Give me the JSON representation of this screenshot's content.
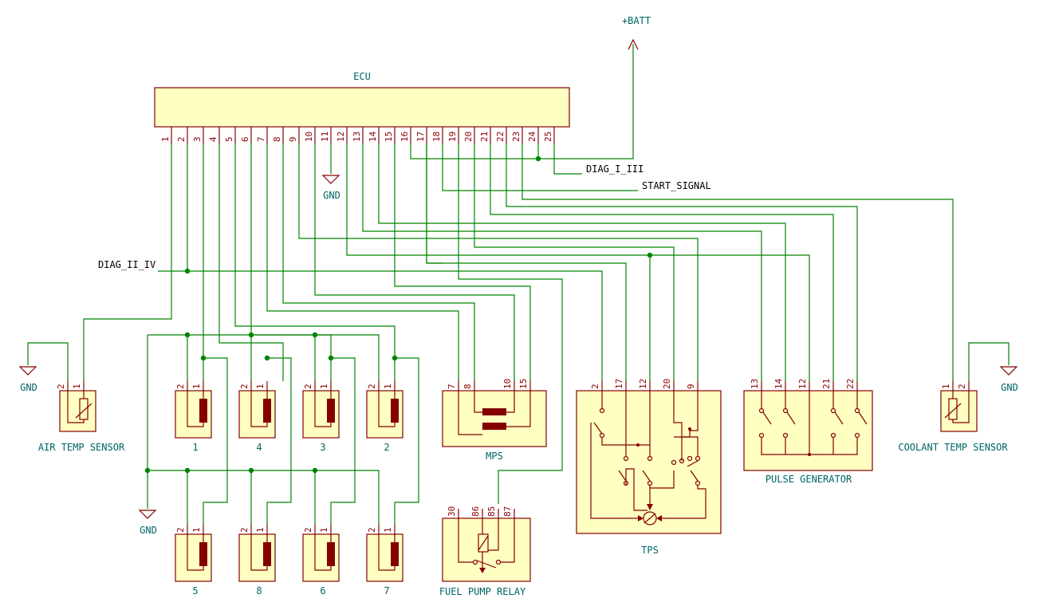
{
  "ecu": {
    "title": "ECU",
    "pins": [
      "1",
      "2",
      "3",
      "4",
      "5",
      "6",
      "7",
      "8",
      "9",
      "10",
      "11",
      "12",
      "13",
      "14",
      "15",
      "16",
      "17",
      "18",
      "19",
      "20",
      "21",
      "22",
      "23",
      "24",
      "25"
    ]
  },
  "power": {
    "batt": "+BATT",
    "gnd": "GND"
  },
  "nets": {
    "diag_i_iii": "DIAG_I_III",
    "start_signal": "START_SIGNAL",
    "diag_ii_iv": "DIAG_II_IV"
  },
  "air_temp": {
    "name": "AIR TEMP SENSOR",
    "pins": [
      "2",
      "1"
    ]
  },
  "coolant_temp": {
    "name": "COOLANT TEMP SENSOR",
    "pins": [
      "1",
      "2"
    ]
  },
  "injectors_top": [
    {
      "label": "1",
      "pins": [
        "2",
        "1"
      ]
    },
    {
      "label": "4",
      "pins": [
        "2",
        "1"
      ]
    },
    {
      "label": "3",
      "pins": [
        "2",
        "1"
      ]
    },
    {
      "label": "2",
      "pins": [
        "2",
        "1"
      ]
    }
  ],
  "injectors_bottom": [
    {
      "label": "5",
      "pins": [
        "2",
        "1"
      ]
    },
    {
      "label": "8",
      "pins": [
        "2",
        "1"
      ]
    },
    {
      "label": "6",
      "pins": [
        "2",
        "1"
      ]
    },
    {
      "label": "7",
      "pins": [
        "2",
        "1"
      ]
    }
  ],
  "mps": {
    "name": "MPS",
    "pins": [
      "7",
      "8",
      "10",
      "15"
    ]
  },
  "relay": {
    "name": "FUEL PUMP RELAY",
    "pins": [
      "30",
      "86",
      "85",
      "87"
    ]
  },
  "tps": {
    "name": "TPS",
    "pins": [
      "2",
      "17",
      "12",
      "20",
      "9"
    ]
  },
  "pulse": {
    "name": "PULSE GENERATOR",
    "pins": [
      "13",
      "14",
      "12",
      "21",
      "22"
    ]
  },
  "colors": {
    "wire": "#008400",
    "component": "#840000",
    "fill": "#ffffc2",
    "reference": "#006464"
  }
}
